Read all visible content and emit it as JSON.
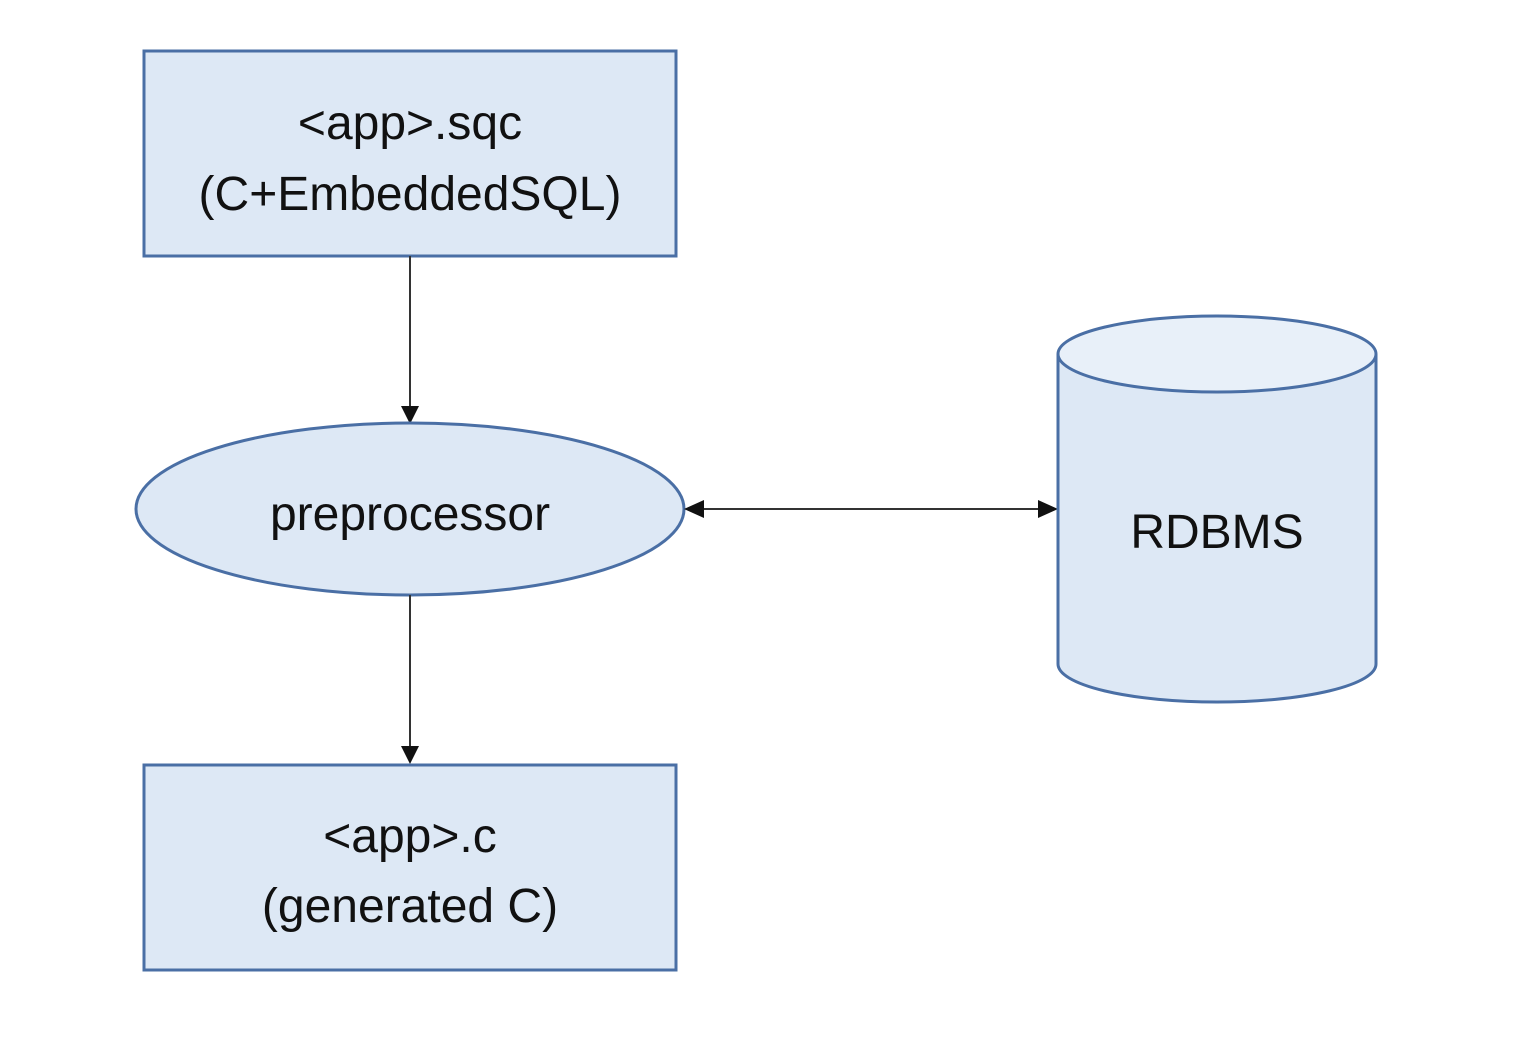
{
  "nodes": {
    "source_file": {
      "line1": "<app>.sqc",
      "line2": "(C+EmbeddedSQL)"
    },
    "preprocessor": {
      "label": "preprocessor"
    },
    "output_file": {
      "line1": "<app>.c",
      "line2": "(generated C)"
    },
    "database": {
      "label": "RDBMS"
    }
  },
  "colors": {
    "node_fill": "#dde8f5",
    "node_stroke": "#4a6fa5",
    "connector": "#333333"
  }
}
